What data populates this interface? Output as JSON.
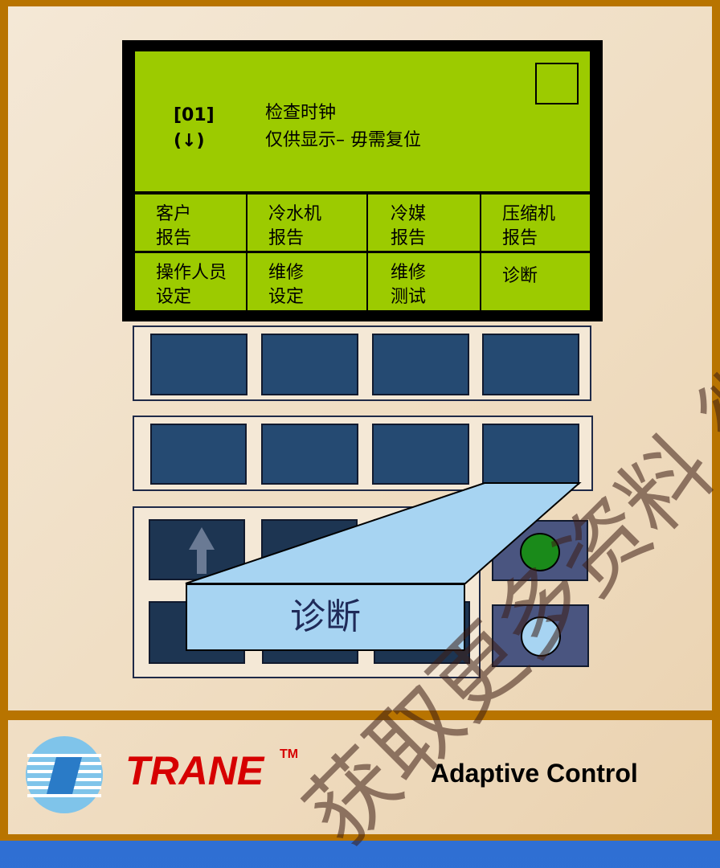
{
  "lcd": {
    "code": "[01]",
    "arrow": "(↓)",
    "message_line1": "检查时钟",
    "message_line2": "仅供显示– 毋需复位"
  },
  "soft_menu": [
    {
      "line1": "客户",
      "line2": "报告"
    },
    {
      "line1": "冷水机",
      "line2": "报告"
    },
    {
      "line1": "冷媒",
      "line2": "报告"
    },
    {
      "line1": "压缩机",
      "line2": "报告"
    },
    {
      "line1": "操作人员",
      "line2": "设定"
    },
    {
      "line1": "维修",
      "line2": "设定"
    },
    {
      "line1": "维修",
      "line2": "测试"
    },
    {
      "line1": "诊断",
      "line2": ""
    }
  ],
  "callout": {
    "label": "诊断"
  },
  "watermark": {
    "text": "获取更多资料 微信"
  },
  "footer": {
    "brand": "TRANE",
    "trademark": "TM",
    "tagline": "Adaptive Control"
  },
  "colors": {
    "lcd_green": "#9ccb00",
    "frame_orange": "#b87400",
    "trane_red": "#d60000",
    "callout_blue": "#a7d4f2"
  },
  "icons": [
    "up-arrow-icon",
    "green-led-icon",
    "white-led-icon",
    "trane-logo-icon"
  ]
}
